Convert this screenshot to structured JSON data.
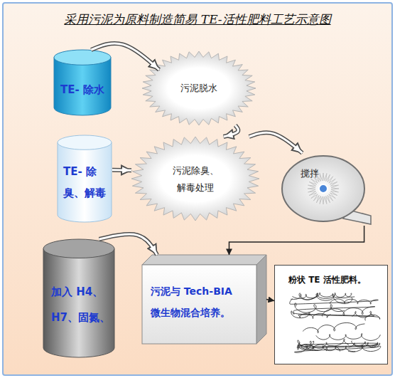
{
  "diagram": {
    "title": "采用污泥为原料制造简易 TE-活性肥料工艺示意图",
    "nodes": [
      {
        "text": [
          "TE- 除水"
        ]
      },
      {
        "text": [
          "污泥脱水"
        ]
      },
      {
        "text": [
          "TE- 除臭、解毒"
        ]
      },
      {
        "text": [
          "污泥除臭、解毒处理"
        ]
      },
      {
        "text": [
          "搅拌"
        ]
      },
      {
        "text": [
          "加入 H4、 H7、固氮、"
        ]
      },
      {
        "text": [
          "污泥与 Tech-BIA 微生物混合培养。"
        ]
      },
      {
        "text": [
          "粉状 TE 活性肥料。"
        ]
      }
    ],
    "edges": [
      {
        "from": 0,
        "to": 1,
        "arrow": "to"
      },
      {
        "from": 1,
        "to": 3,
        "arrow": "to"
      },
      {
        "from": 2,
        "to": 3,
        "arrow": "to"
      },
      {
        "from": 3,
        "to": 4,
        "arrow": "to"
      },
      {
        "from": 4,
        "to": 6,
        "arrow": "to"
      },
      {
        "from": 5,
        "to": 6,
        "arrow": "to"
      },
      {
        "from": 6,
        "to": 7,
        "arrow": "to"
      }
    ]
  }
}
